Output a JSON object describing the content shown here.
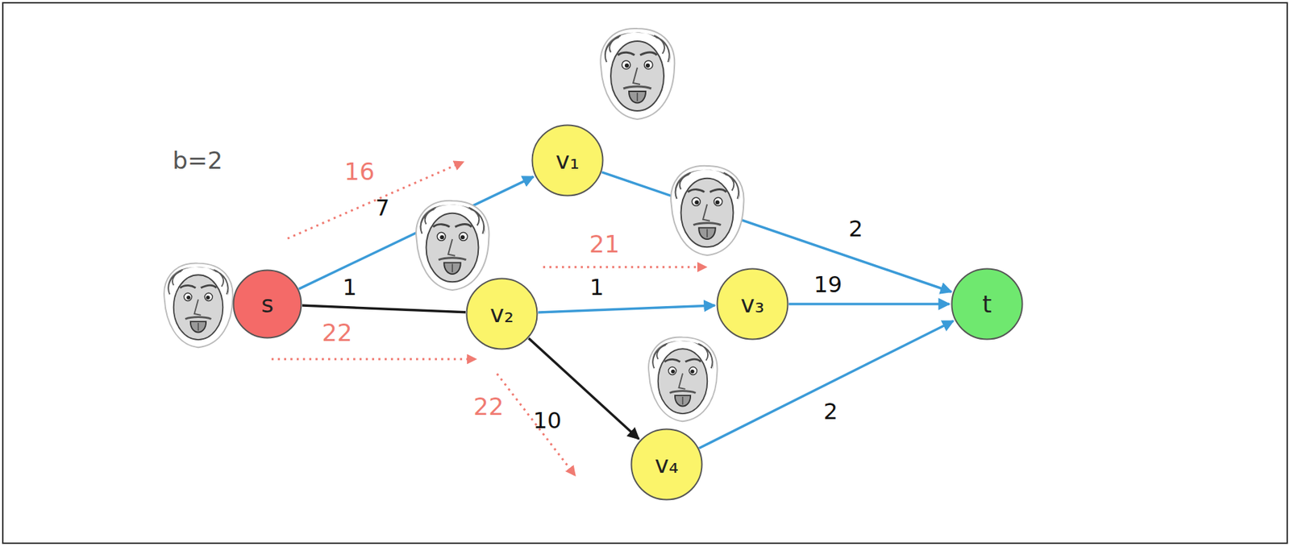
{
  "diagram": {
    "nodes": [
      {
        "text": [
          "s"
        ]
      },
      {
        "text": [
          "v₁"
        ]
      },
      {
        "text": [
          "v₂"
        ]
      },
      {
        "text": [
          "v₃"
        ]
      },
      {
        "text": [
          "v₄"
        ]
      },
      {
        "text": [
          "t"
        ]
      }
    ],
    "edges": [
      {
        "from": 0,
        "to": 1,
        "arrow": "to",
        "label": "7"
      },
      {
        "from": 0,
        "to": 2,
        "arrow": "none",
        "label": "1"
      },
      {
        "from": 1,
        "to": 5,
        "arrow": "to",
        "label": "2"
      },
      {
        "from": 2,
        "to": 3,
        "arrow": "to",
        "label": "1"
      },
      {
        "from": 3,
        "to": 5,
        "arrow": "to",
        "label": "19"
      },
      {
        "from": 2,
        "to": 4,
        "arrow": "to",
        "label": "10"
      },
      {
        "from": 4,
        "to": 5,
        "arrow": "to",
        "label": "2"
      }
    ],
    "labels": [
      "b=2",
      "16",
      "21",
      "22",
      "22"
    ]
  }
}
